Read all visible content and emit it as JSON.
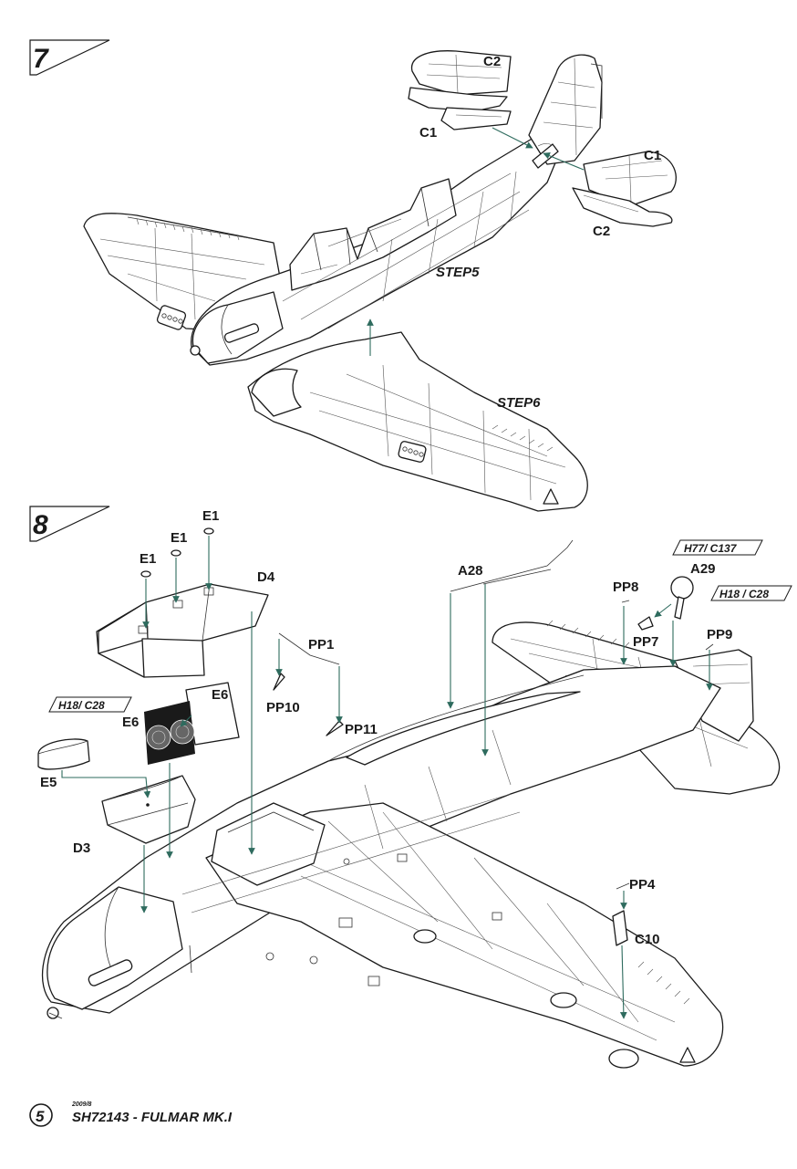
{
  "step7": {
    "number": "7",
    "labels": {
      "c2_top": "C2",
      "c1_left": "C1",
      "c1_right": "C1",
      "c2_right": "C2",
      "step5": "STEP5",
      "step6": "STEP6"
    }
  },
  "step8": {
    "number": "8",
    "labels": {
      "e1_a": "E1",
      "e1_b": "E1",
      "e1_c": "E1",
      "d4": "D4",
      "a28": "A28",
      "pp8": "PP8",
      "h77": "H77/ C137",
      "a29": "A29",
      "h18_right": "H18 / C28",
      "pp7": "PP7",
      "pp9": "PP9",
      "pp1": "PP1",
      "pp10": "PP10",
      "pp11": "PP11",
      "e6_a": "E6",
      "e6_b": "E6",
      "h18_left": "H18/ C28",
      "e5": "E5",
      "d3": "D3",
      "pp4": "PP4",
      "c10": "C10"
    }
  },
  "footer": {
    "page": "5",
    "date": "2009/8",
    "title": "SH72143 - FULMAR MK.I"
  },
  "colors": {
    "ink": "#1a1a1a",
    "arrow": "#2e6b5e"
  }
}
